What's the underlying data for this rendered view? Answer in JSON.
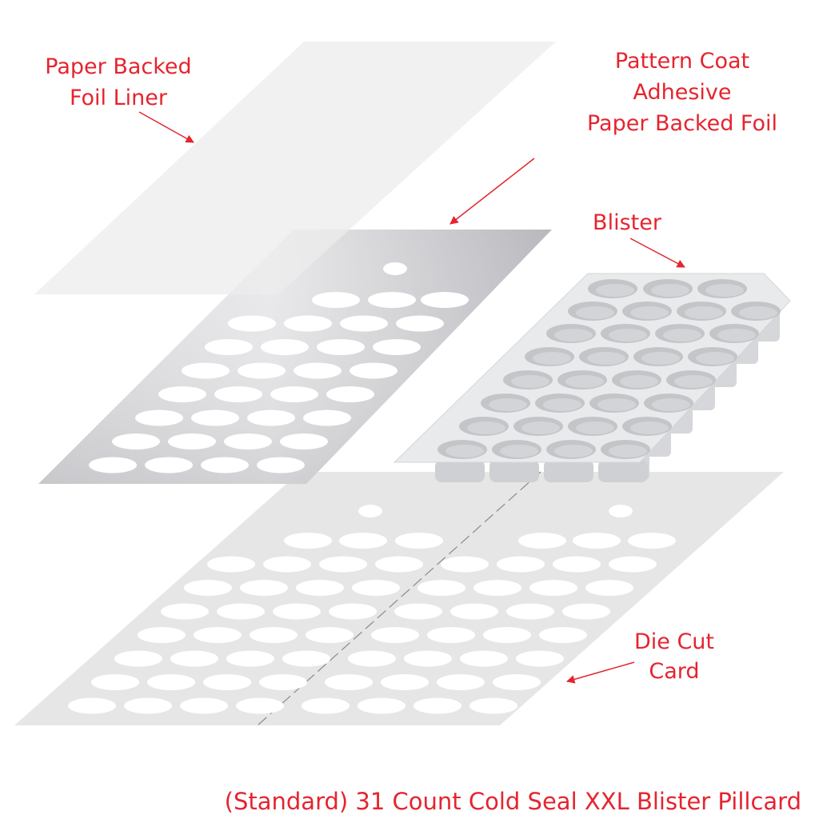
{
  "colors": {
    "label": "#e5242f",
    "liner": "#f1f1f1",
    "foil_dark": "#b6b5ba",
    "foil_light": "#e6e6e8",
    "card": "#e6e6e6",
    "blister_top": "#e9eaec",
    "blister_cavity": "#c4c5c8",
    "hole": "#ffffff"
  },
  "labels": {
    "liner_line1": "Paper Backed",
    "liner_line2": "Foil Liner",
    "foil_line1": "Pattern Coat",
    "foil_line2": "Adhesive",
    "foil_line3": "Paper Backed Foil",
    "blister": "Blister",
    "card_line1": "Die Cut",
    "card_line2": "Card"
  },
  "caption": "(Standard) 31 Count Cold Seal XXL Blister Pillcard",
  "layers": [
    {
      "name": "paper-backed-foil-liner",
      "cavities": 0
    },
    {
      "name": "pattern-coat-adhesive-paper-backed-foil",
      "cavities": 31
    },
    {
      "name": "blister",
      "cavities": 31
    },
    {
      "name": "die-cut-card",
      "cavities": 62
    }
  ]
}
